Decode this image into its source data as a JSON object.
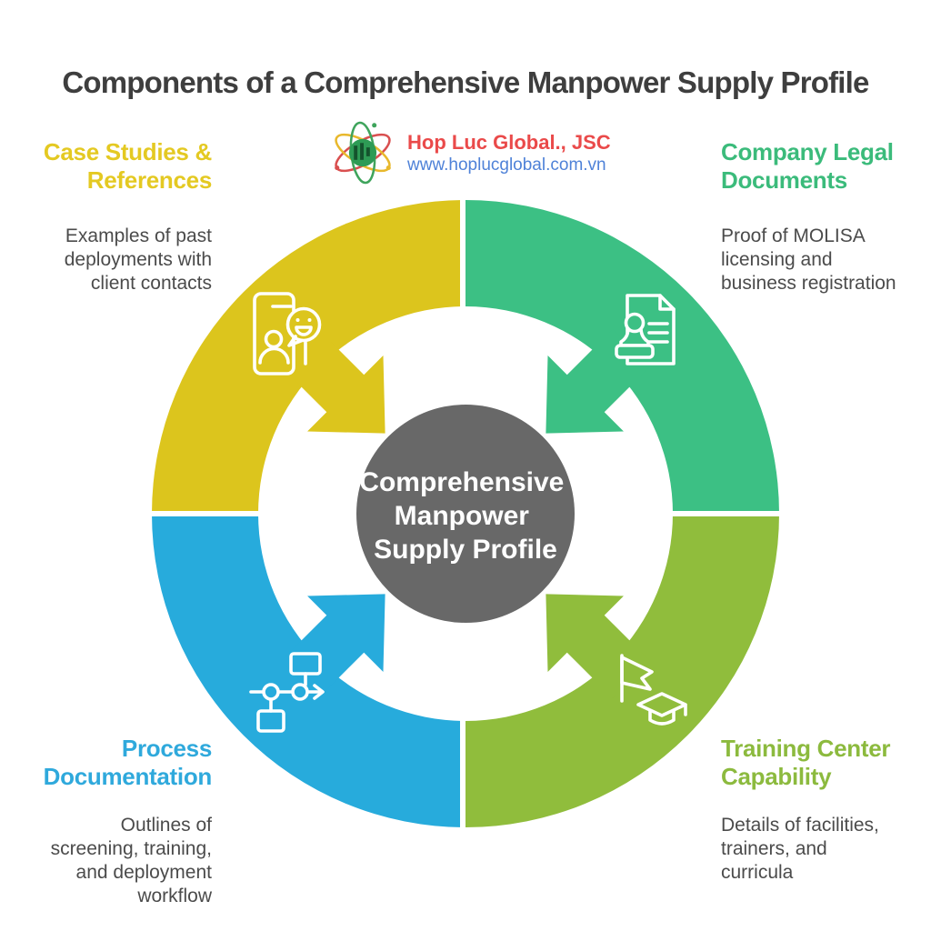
{
  "title": "Components of a Comprehensive Manpower Supply Profile",
  "logo": {
    "company": "Hop Luc Global., JSC",
    "website": "www.hoplucglobal.com.vn",
    "company_color": "#ea4a4a",
    "website_color": "#4f82d8"
  },
  "center": {
    "lines": [
      "Comprehensive",
      "Manpower",
      "Supply Profile"
    ],
    "circle_color": "#686868",
    "text_color": "#ffffff"
  },
  "sections": {
    "top_left": {
      "heading_lines": [
        "Case Studies &",
        "References"
      ],
      "body_lines": [
        "Examples of past",
        "deployments with",
        "client contacts"
      ],
      "heading_color": "#e4c922",
      "ring_color": "#dcc51d",
      "icon": "phone-feedback-icon"
    },
    "top_right": {
      "heading_lines": [
        "Company Legal",
        "Documents"
      ],
      "body_lines": [
        "Proof of MOLISA",
        "licensing and",
        "business registration"
      ],
      "heading_color": "#3bbb7b",
      "ring_color": "#3cc084",
      "icon": "document-stamp-icon"
    },
    "bottom_left": {
      "heading_lines": [
        "Process",
        "Documentation"
      ],
      "body_lines": [
        "Outlines of",
        "screening, training,",
        "and deployment",
        "workflow"
      ],
      "heading_color": "#2fa9dc",
      "ring_color": "#27abdc",
      "icon": "workflow-icon"
    },
    "bottom_right": {
      "heading_lines": [
        "Training Center",
        "Capability"
      ],
      "body_lines": [
        "Details of facilities,",
        "trainers, and",
        "curricula"
      ],
      "heading_color": "#8cba3e",
      "ring_color": "#90bd3c",
      "icon": "flag-graduation-icon"
    }
  },
  "colors": {
    "title_text": "#3e3e3e",
    "body_text": "#4b4b4b",
    "background": "#ffffff"
  }
}
